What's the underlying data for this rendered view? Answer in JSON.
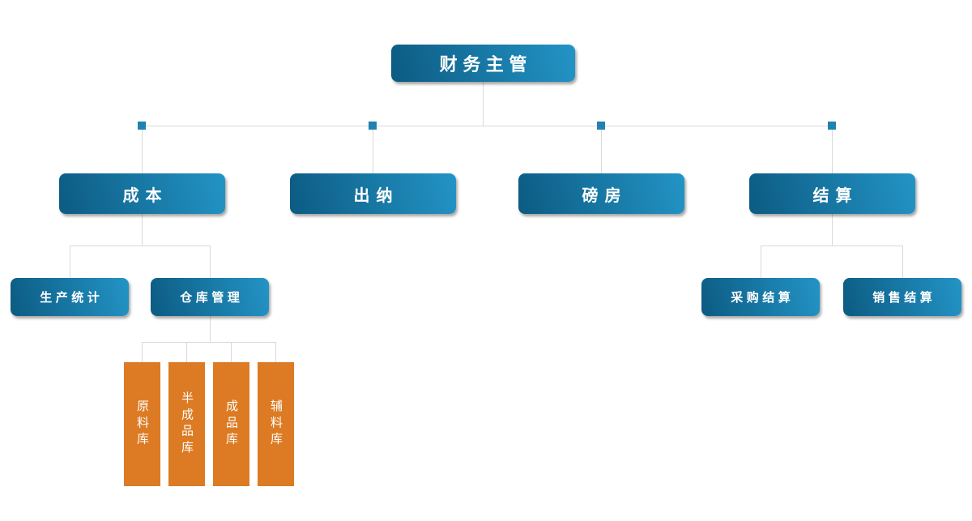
{
  "palette": {
    "background": "#ffffff",
    "connector_line": "#d9d9d9",
    "junction_square": "#2082b0",
    "node_gradient_dark": "#0c5b82",
    "node_gradient_light": "#2394c6",
    "warehouse_orange": "#dc7b23",
    "node_text": "#ffffff"
  },
  "org": {
    "root": {
      "label": "财务主管"
    },
    "departments": [
      {
        "label": "成本"
      },
      {
        "label": "出纳"
      },
      {
        "label": "磅房"
      },
      {
        "label": "结算"
      }
    ],
    "cost_children": [
      {
        "label": "生产统计"
      },
      {
        "label": "仓库管理"
      }
    ],
    "warehouse_children": [
      {
        "label": "原料库"
      },
      {
        "label": "半成品库"
      },
      {
        "label": "成品库"
      },
      {
        "label": "辅料库"
      }
    ],
    "settlement_children": [
      {
        "label": "采购结算"
      },
      {
        "label": "销售结算"
      }
    ]
  }
}
